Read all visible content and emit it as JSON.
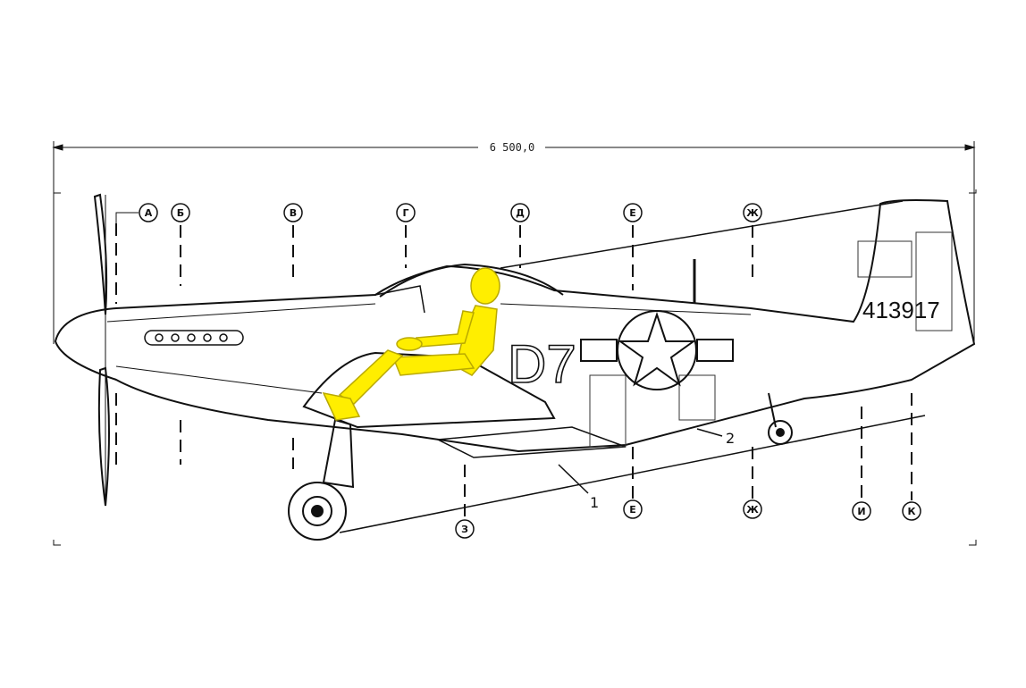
{
  "dimension": {
    "overall_length": "6 500,0"
  },
  "sections_top": [
    "А",
    "Б",
    "В",
    "Г",
    "Д",
    "Е",
    "Ж"
  ],
  "sections_bottom": [
    "З",
    "Е",
    "Ж",
    "И",
    "К"
  ],
  "callouts": [
    "1",
    "2"
  ],
  "markings": {
    "tail_number": "413917",
    "fuselage_code": "D7"
  },
  "figure": {
    "subject": "aircraft-side-view",
    "pilot_color": "#ffee00"
  },
  "colors": {
    "line": "#111111",
    "pilot_fill": "#ffee00",
    "pilot_stroke": "#b9a900"
  }
}
